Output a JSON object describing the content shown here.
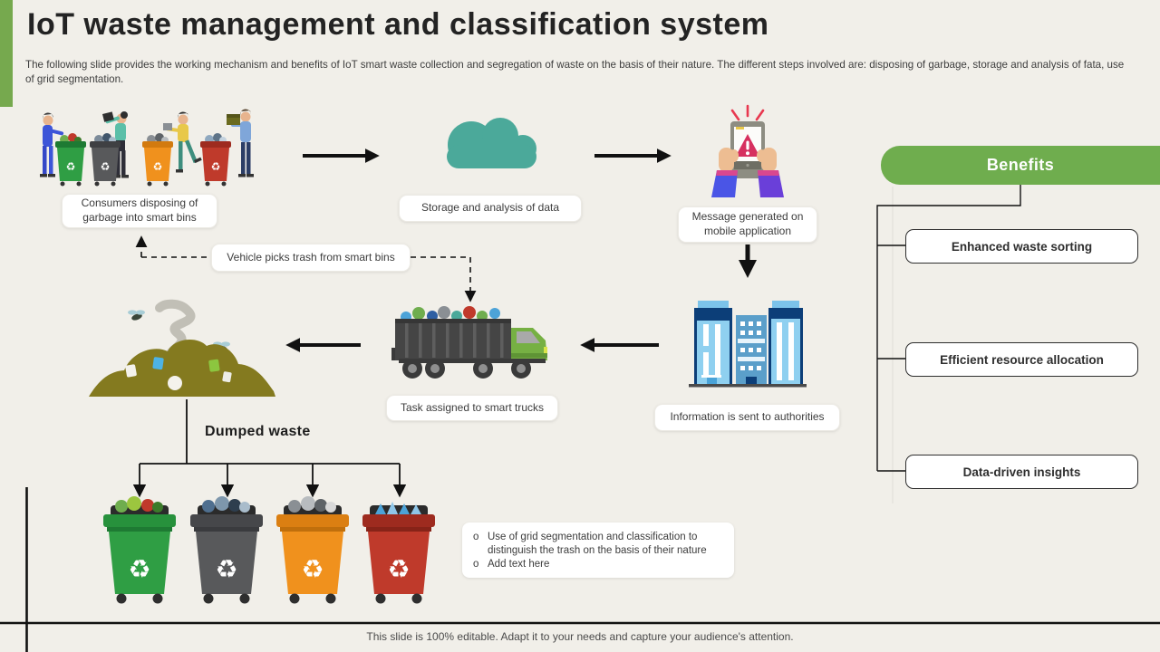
{
  "slide": {
    "title": "IoT waste management and classification system",
    "subtitle": "The following slide provides the working mechanism and benefits of IoT smart waste collection and segregation of waste on the basis of their nature. The different steps involved are: disposing of garbage, storage and analysis of fata, use of grid segmentation.",
    "footer": "This slide is 100% editable. Adapt it to your needs and capture your audience's attention."
  },
  "labels": {
    "consumers": "Consumers disposing of garbage into smart bins",
    "storage": "Storage and analysis of data",
    "message": "Message generated on mobile application",
    "vehicle": "Vehicle picks trash from smart bins",
    "authorities": "Information is sent to authorities",
    "trucks": "Task assigned to smart trucks",
    "dumped": "Dumped waste"
  },
  "benefits": {
    "header": "Benefits",
    "items": [
      "Enhanced waste sorting",
      "Efficient resource allocation",
      "Data-driven insights"
    ]
  },
  "notes": {
    "bullet_char": "o",
    "items": [
      "Use of grid segmentation and classification to distinguish the trash on the basis of their nature",
      "Add text here"
    ]
  },
  "glyphs": {
    "recycle": "♻"
  },
  "colors": {
    "background": "#F1EFE9",
    "accent_green": "#6FAD4E",
    "sidebar_green": "#76A94E",
    "cloud_teal": "#4BA99A",
    "bin_green": "#2F9E44",
    "bin_gray": "#58595B",
    "bin_orange": "#F0911D",
    "bin_red": "#BF3A2B",
    "building_light_blue": "#8FD0F0",
    "building_navy": "#0C3E78",
    "truck_green": "#76B043",
    "truck_gray": "#454545",
    "waste_olive": "#847A1F",
    "alert_red": "#D6305F",
    "connector_black": "#111111"
  }
}
